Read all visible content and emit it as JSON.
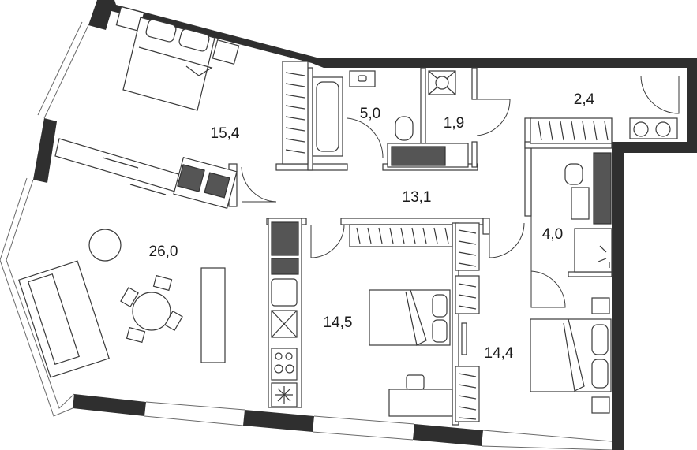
{
  "rooms": [
    {
      "id": "bedroom-1",
      "area": "15,4"
    },
    {
      "id": "bathroom-1",
      "area": "5,0"
    },
    {
      "id": "wc",
      "area": "1,9"
    },
    {
      "id": "balcony",
      "area": "2,4"
    },
    {
      "id": "hall",
      "area": "13,1"
    },
    {
      "id": "living-room",
      "area": "26,0"
    },
    {
      "id": "bathroom-2",
      "area": "4,0"
    },
    {
      "id": "bedroom-2",
      "area": "14,5"
    },
    {
      "id": "bedroom-3",
      "area": "14,4"
    }
  ],
  "colors": {
    "wall": "#2f2f2f",
    "fixture_dark": "#555555",
    "line": "#3a3a3a"
  }
}
